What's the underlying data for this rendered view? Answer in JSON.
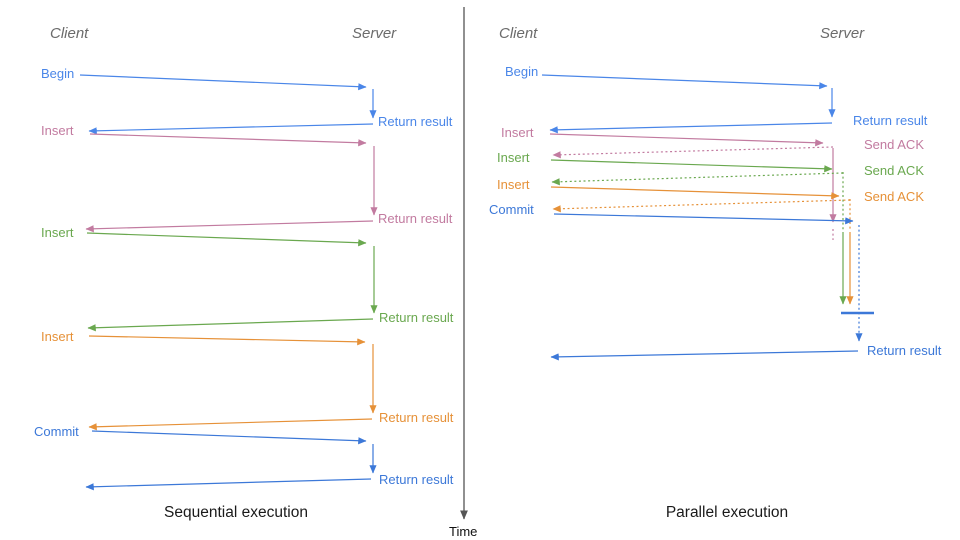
{
  "sequential": {
    "client_header": "Client",
    "server_header": "Server",
    "title": "Sequential execution",
    "steps": [
      {
        "request": "Begin",
        "response": "Return result",
        "color": "#4a86e8"
      },
      {
        "request": "Insert",
        "response": "Return result",
        "color": "#c27ba0"
      },
      {
        "request": "Insert",
        "response": "Return result",
        "color": "#6aa84f"
      },
      {
        "request": "Insert",
        "response": "Return result",
        "color": "#e69138"
      },
      {
        "request": "Commit",
        "response": "Return result",
        "color": "#3c78d8"
      }
    ]
  },
  "parallel": {
    "client_header": "Client",
    "server_header": "Server",
    "title": "Parallel execution",
    "steps": [
      {
        "request": "Begin",
        "response": "Return result",
        "color": "#4a86e8"
      },
      {
        "request": "Insert",
        "response": "Send ACK",
        "color": "#c27ba0"
      },
      {
        "request": "Insert",
        "response": "Send ACK",
        "color": "#6aa84f"
      },
      {
        "request": "Insert",
        "response": "Send ACK",
        "color": "#e69138"
      },
      {
        "request": "Commit",
        "response": "Return result",
        "color": "#3c78d8"
      }
    ]
  },
  "time_axis": {
    "label": "Time"
  }
}
